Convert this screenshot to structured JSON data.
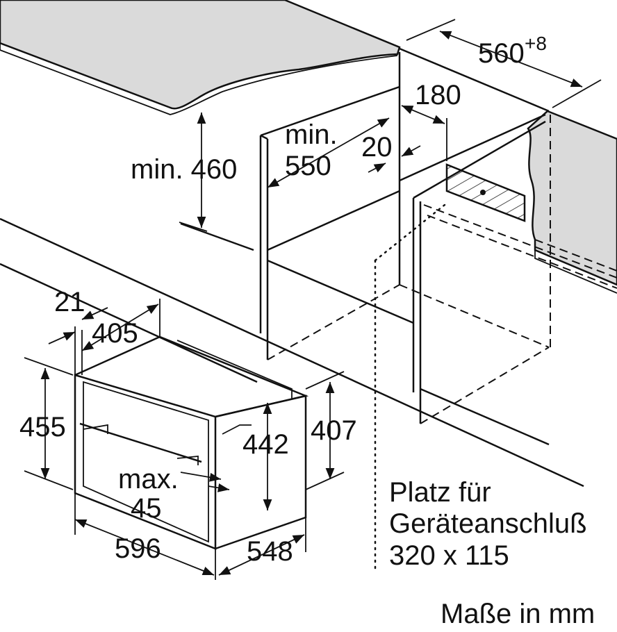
{
  "dimensions": {
    "niche_depth": "560",
    "niche_depth_tolerance": "+8",
    "socket_offset": "180",
    "min_depth_label": "min.",
    "min_depth_value": "550",
    "gap": "20",
    "min_height": "min. 460",
    "front_offset": "21",
    "oven_top_depth": "405",
    "oven_height": "455",
    "oven_inner_height": "442",
    "oven_body_height": "407",
    "max_label": "max.",
    "max_value": "45",
    "oven_width": "596",
    "oven_depth": "548"
  },
  "connection_note": {
    "line1": "Platz für",
    "line2": "Geräteanschluß",
    "line3": "320 x 115"
  },
  "units_note": "Maße in mm"
}
